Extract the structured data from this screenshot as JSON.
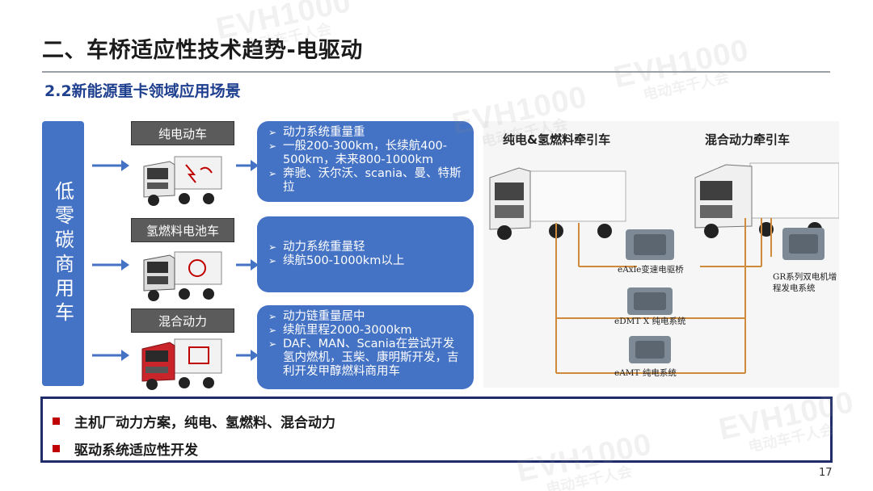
{
  "header": {
    "title": "二、车桥适应性技术趋势-电驱动",
    "subtitle": "2.2新能源重卡领域应用场景"
  },
  "left_panel": {
    "vertical_label": "低零碳商用车"
  },
  "categories": [
    {
      "label": "纯电动车",
      "bullets": [
        "动力系统重量重",
        "一般200-300km，长续航400-500km，未来800-1000km",
        "奔驰、沃尔沃、scania、曼、特斯拉"
      ]
    },
    {
      "label": "氢燃料电池车",
      "bullets": [
        "动力系统重量轻",
        "续航500-1000km以上"
      ]
    },
    {
      "label": "混合动力",
      "bullets": [
        "动力链重量居中",
        "续航里程2000-3000km",
        "DAF、MAN、Scania在尝试开发氢内燃机，玉柴、康明斯开发，吉利开发甲醇燃料商用车"
      ]
    }
  ],
  "image_panel": {
    "heading_left": "纯电&氢燃料牵引车",
    "heading_right": "混合动力牵引车",
    "components": [
      "eAxle变速电驱桥",
      "eDMT X 纯电系统",
      "eAMT 纯电系统",
      "GR系列双电机增程发电系统"
    ]
  },
  "bottom": {
    "items": [
      "主机厂动力方案，纯电、氢燃料、混合动力",
      "驱动系统适应性开发"
    ]
  },
  "page_number": "17",
  "watermark": {
    "brand": "EVH1000",
    "tagline": "电动车千人会"
  },
  "colors": {
    "accent_blue": "#4472c4",
    "label_gray": "#5b5b5b",
    "bullet_red": "#c00000",
    "frame_navy": "#1f2d6b",
    "connector_orange": "#d08a3a"
  }
}
